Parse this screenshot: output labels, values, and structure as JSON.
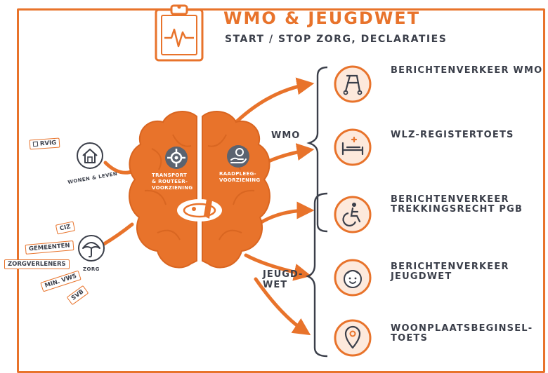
{
  "header": {
    "title": "WMO & JEUGDWET",
    "subtitle": "START / STOP ZORG, DECLARATIES"
  },
  "brain": {
    "left_lobe_label": [
      "TRANSPORT",
      "& ROUTEER-",
      "VOORZIENING"
    ],
    "right_lobe_label": [
      "RAADPLEEG-",
      "VOORZIENING"
    ]
  },
  "left_nodes": {
    "wonen": {
      "caption": "WONEN & LEVEN",
      "icon": "house-icon",
      "tags": [
        "RVIG"
      ]
    },
    "zorg": {
      "caption": "ZORG",
      "icon": "umbrella-icon",
      "tags": [
        "CIZ",
        "GEMEENTEN",
        "ZORGVERLENERS",
        "MIN. VWS",
        "SVB"
      ]
    }
  },
  "groups": {
    "wmo": "WMO",
    "jeugdwet": [
      "JEUGD-",
      "WET"
    ]
  },
  "services": [
    {
      "label": [
        "BERICHTENVERKEER WMO"
      ],
      "icon": "walker-icon"
    },
    {
      "label": [
        "WLZ-REGISTERTOETS"
      ],
      "icon": "hospital-bed-icon"
    },
    {
      "label": [
        "BERICHTENVERKEER",
        "TREKKINGSRECHT PGB"
      ],
      "icon": "wheelchair-icon"
    },
    {
      "label": [
        "BERICHTENVERKEER",
        "JEUGDWET"
      ],
      "icon": "child-face-icon"
    },
    {
      "label": [
        "WOONPLAATSBEGINSEL-",
        "TOETS"
      ],
      "icon": "location-pin-icon"
    }
  ],
  "colors": {
    "accent": "#e8732b",
    "ink": "#3b3f4a",
    "icon_circle_fill": "#fde9dc"
  }
}
